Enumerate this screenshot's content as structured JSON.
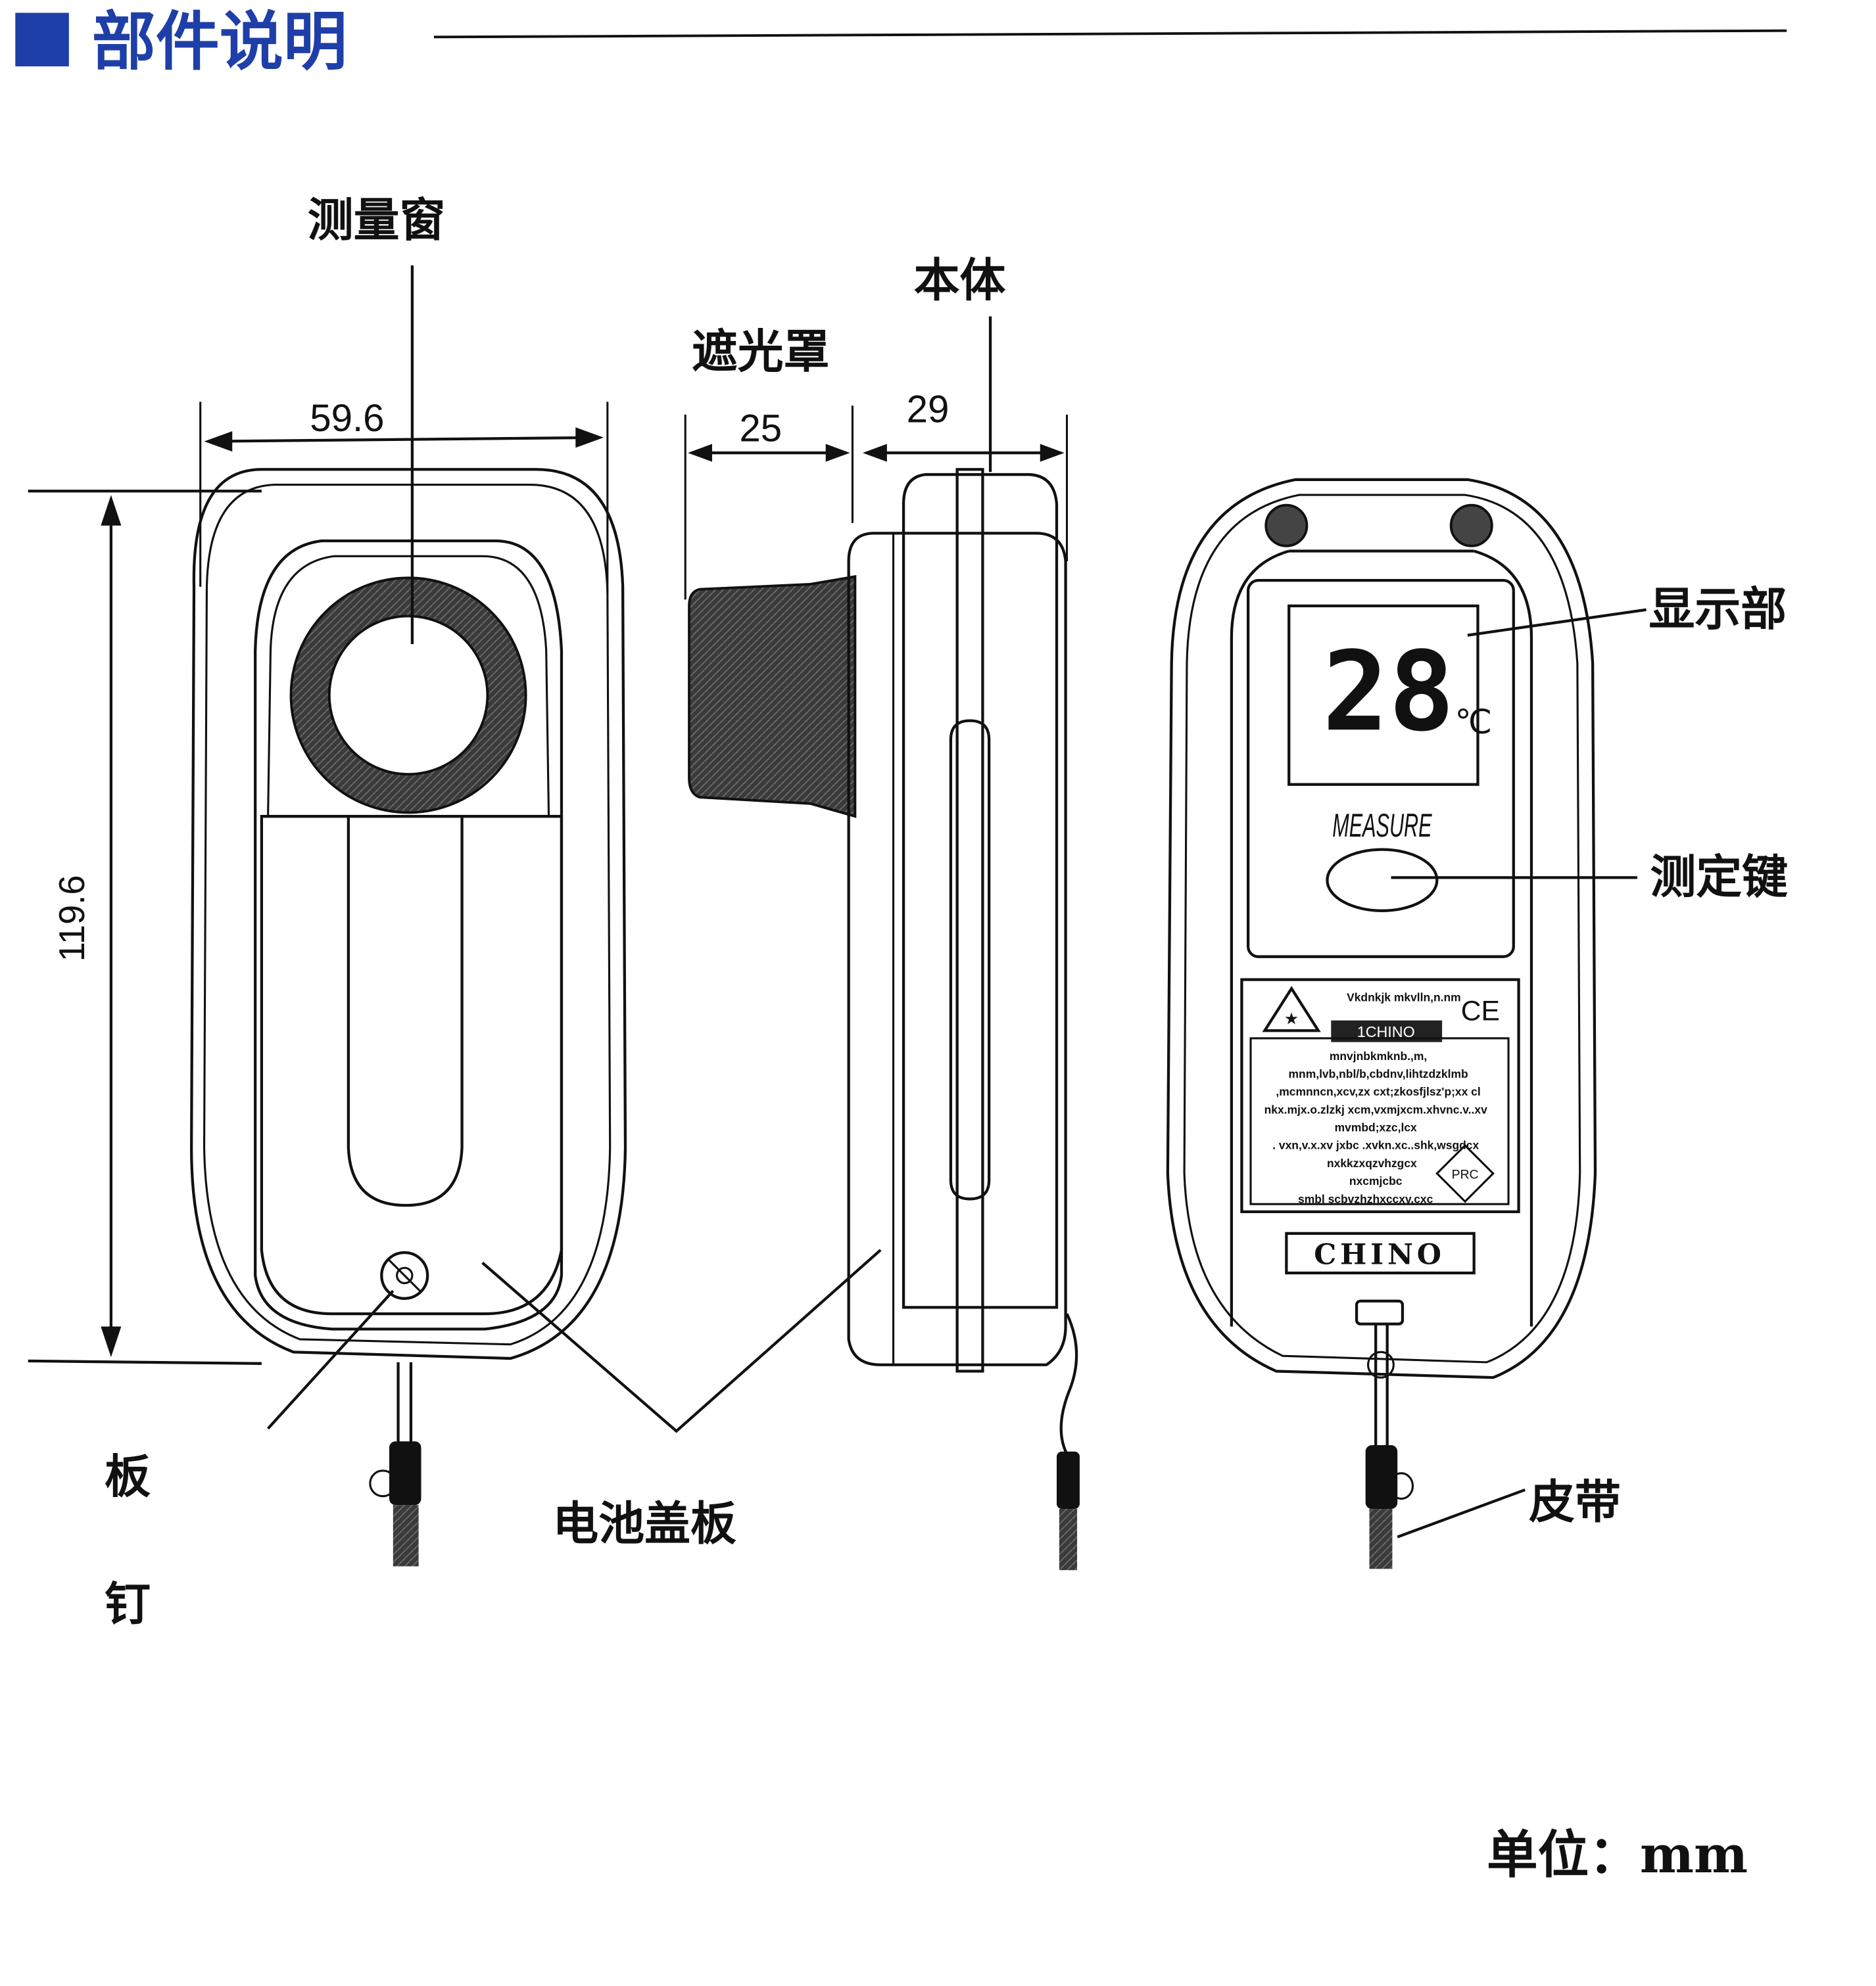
{
  "header": {
    "title": "部件说明",
    "accent_color": "#1f3fa8"
  },
  "labels": {
    "measuring_window": "测量窗",
    "hood": "遮光罩",
    "body": "本体",
    "display": "显示部",
    "measure_key": "测定键",
    "screw_1": "板",
    "screw_2": "钉",
    "battery_cover": "电池盖板",
    "strap": "皮带"
  },
  "dimensions": {
    "width": "59.6",
    "height": "119.6",
    "hood_length": "25",
    "body_depth": "29"
  },
  "device": {
    "lcd_reading": "28",
    "measure_button_label": "MEASURE",
    "brand": "CHINO",
    "label_brand": "1CHINO",
    "label_heading": "Vkdnkjk mkvlln,n.nm",
    "label_lines": [
      "mnvjnbkmknb.,m,",
      "mnm,lvb,nbl/b,cbdnv,lihtzdzklmb",
      ",mcmnncn,xcv,zx cxt;zkosfjlsz'p;xx cl",
      "nkx.mjx.o.zlzkj xcm,vxmjxcm.xhvnc.v..xv",
      "mvmbd;xzc,lcx",
      ". vxn,v.x.xv jxbc .xvkn.xc..shk,wsgdcx",
      "nxkkzxqzvhzgcx",
      "nxcmjcbc",
      "smbl scbvzhzhxccxv.cxc"
    ],
    "label_ce_mark": "CE",
    "label_prc_mark": "PRC"
  },
  "footer": {
    "unit": "单位：mm"
  }
}
